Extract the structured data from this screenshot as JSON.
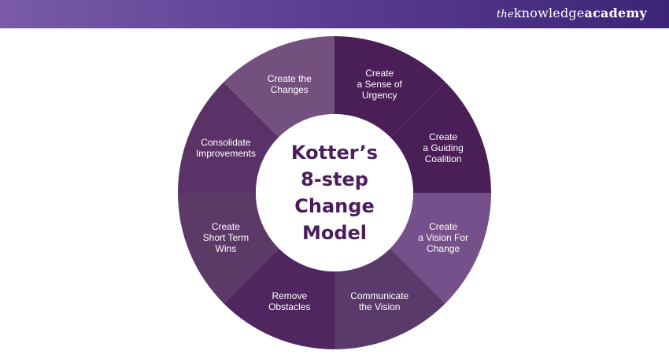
{
  "brand": {
    "prefix": "the",
    "word1": "knowledge",
    "word2": "academy"
  },
  "colors": {
    "header_start": "#7a5aa9",
    "header_end": "#3d2476",
    "center_text": "#4a1e5c",
    "center_fill": "#ffffff"
  },
  "diagram": {
    "title_lines": [
      "Kotter’s",
      "8-step",
      "Change",
      "Model"
    ],
    "steps": [
      {
        "name": "create-sense-of-urgency",
        "lines": [
          "Create",
          "a Sense of",
          "Urgency"
        ],
        "color": "#4a1f57"
      },
      {
        "name": "create-guiding-coalition",
        "lines": [
          "Create",
          "a Guiding",
          "Coalition"
        ],
        "color": "#4a1f57"
      },
      {
        "name": "create-vision-for-change",
        "lines": [
          "Create",
          "a Vision For",
          "Change"
        ],
        "color": "#76508a"
      },
      {
        "name": "communicate-the-vision",
        "lines": [
          "Communicate",
          "the Vision"
        ],
        "color": "#5a3a6a"
      },
      {
        "name": "remove-obstacles",
        "lines": [
          "Remove",
          "Obstacles"
        ],
        "color": "#4f2660"
      },
      {
        "name": "create-short-term-wins",
        "lines": [
          "Create",
          "Short Term",
          "Wins"
        ],
        "color": "#5d3968"
      },
      {
        "name": "consolidate-improvements",
        "lines": [
          "Consolidate",
          "Improvements"
        ],
        "color": "#5b3268"
      },
      {
        "name": "create-the-changes",
        "lines": [
          "Create the",
          "Changes"
        ],
        "color": "#74507f"
      }
    ]
  }
}
